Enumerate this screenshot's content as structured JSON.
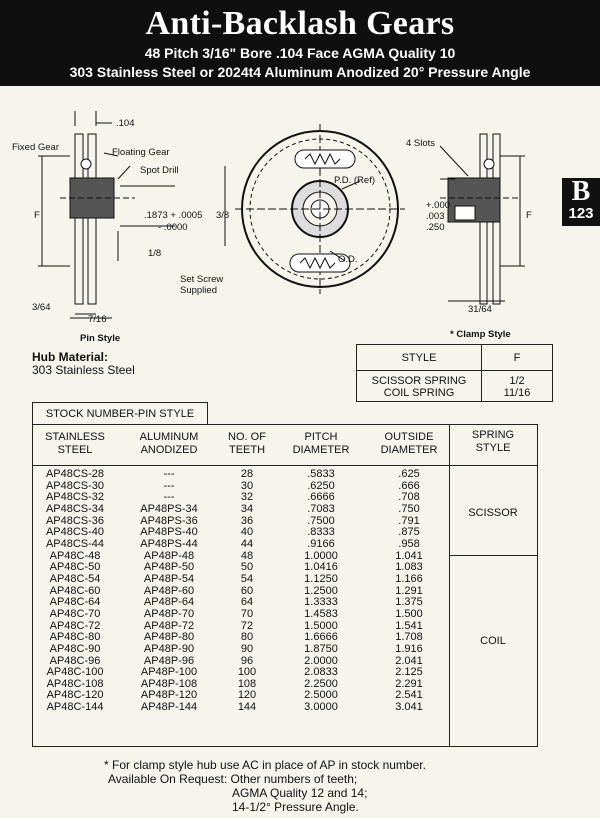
{
  "header": {
    "title": "Anti-Backlash Gears",
    "line1": "48 Pitch   3/16\" Bore   .104 Face      AGMA Quality 10",
    "line2": "303 Stainless Steel or 2024t4 Aluminum Anodized     20° Pressure Angle"
  },
  "section_tab": {
    "letter": "B",
    "number": "123"
  },
  "drawing": {
    "dim_face": ".104",
    "fixed_gear": "Fixed Gear",
    "floating_gear": "Floating Gear",
    "spot_drill": "Spot Drill",
    "bore_dim": ".1873 + .0005",
    "bore_dim2": "- .0000",
    "dim_3_8": "3/8",
    "dim_1_8": "1/8",
    "dim_f_left": "F",
    "dim_3_64": "3/64",
    "dim_7_16": "7/16",
    "pin_style": "Pin Style",
    "set_screw": "Set Screw",
    "supplied": "Supplied",
    "pd_ref": "P.D. (Ref)",
    "od": "O.D.",
    "four_slots": "4 Slots",
    "clamp_dim1": "+.000",
    "clamp_dim2": ".003",
    "clamp_dim3": ".250",
    "dim_f_right": "F",
    "dim_31_64": "31/64",
    "clamp_style": "*  Clamp Style"
  },
  "hub_material": {
    "label": "Hub Material:",
    "value": "303 Stainless Steel"
  },
  "style_table": {
    "headers": [
      "STYLE",
      "F"
    ],
    "rows": [
      [
        "SCISSOR SPRING",
        "1/2"
      ],
      [
        "COIL SPRING",
        "11/16"
      ]
    ]
  },
  "stock_table": {
    "caption": "STOCK NUMBER-PIN STYLE",
    "headers": [
      "STAINLESS\nSTEEL",
      "ALUMINUM\nANODIZED",
      "NO. OF\nTEETH",
      "PITCH\nDIAMETER",
      "OUTSIDE\nDIAMETER",
      "SPRING\nSTYLE"
    ],
    "stainless": [
      "AP48CS-28",
      "AP48CS-30",
      "AP48CS-32",
      "AP48CS-34",
      "AP48CS-36",
      "AP48CS-40",
      "AP48CS-44",
      "AP48C-48",
      "AP48C-50",
      "AP48C-54",
      "AP48C-60",
      "AP48C-64",
      "AP48C-70",
      "AP48C-72",
      "AP48C-80",
      "AP48C-90",
      "AP48C-96",
      "AP48C-100",
      "AP48C-108",
      "AP48C-120",
      "AP48C-144"
    ],
    "aluminum": [
      "---",
      "---",
      "---",
      "AP48PS-34",
      "AP48PS-36",
      "AP48PS-40",
      "AP48PS-44",
      "AP48P-48",
      "AP48P-50",
      "AP48P-54",
      "AP48P-60",
      "AP48P-64",
      "AP48P-70",
      "AP48P-72",
      "AP48P-80",
      "AP48P-90",
      "AP48P-96",
      "AP48P-100",
      "AP48P-108",
      "AP48P-120",
      "AP48P-144"
    ],
    "teeth": [
      "28",
      "30",
      "32",
      "34",
      "36",
      "40",
      "44",
      "48",
      "50",
      "54",
      "60",
      "64",
      "70",
      "72",
      "80",
      "90",
      "96",
      "100",
      "108",
      "120",
      "144"
    ],
    "pitch": [
      ".5833",
      ".6250",
      ".6666",
      ".7083",
      ".7500",
      ".8333",
      ".9166",
      "1.0000",
      "1.0416",
      "1.1250",
      "1.2500",
      "1.3333",
      "1.4583",
      "1.5000",
      "1.6666",
      "1.8750",
      "2.0000",
      "2.0833",
      "2.2500",
      "2.5000",
      "3.0000"
    ],
    "outside": [
      ".625",
      ".666",
      ".708",
      ".750",
      ".791",
      ".875",
      ".958",
      "1.041",
      "1.083",
      "1.166",
      "1.291",
      "1.375",
      "1.500",
      "1.541",
      "1.708",
      "1.916",
      "2.041",
      "2.125",
      "2.291",
      "2.541",
      "3.041"
    ],
    "spring": {
      "scissor": "SCISSOR",
      "coil": "COIL"
    }
  },
  "footer": {
    "line1": "* For clamp style hub use AC in place of AP in stock number.",
    "line2": "Available On Request: Other numbers of teeth;",
    "line3": "AGMA Quality 12 and 14;",
    "line4": "14-1/2° Pressure Angle."
  }
}
